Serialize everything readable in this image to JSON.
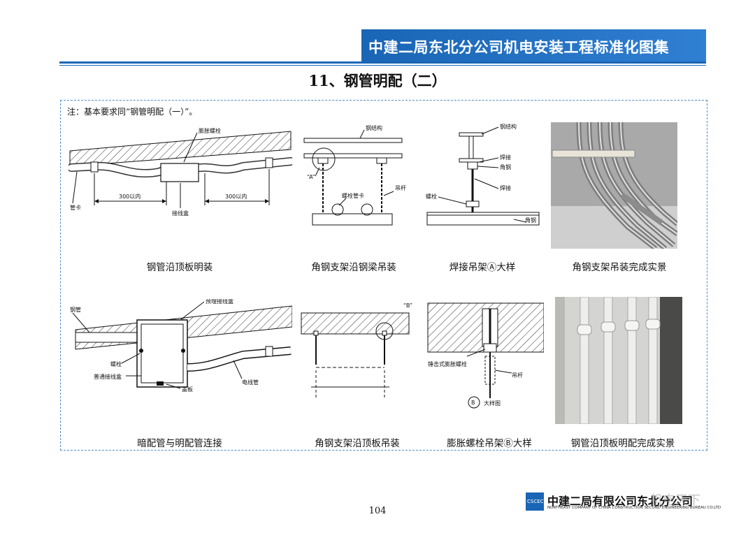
{
  "header": {
    "title": "中建二局东北分公司机电安装工程标准化图集"
  },
  "section": {
    "title": "11、钢管明配（二）"
  },
  "note": "注：基本要求同“钢管明配（一）”。",
  "figures": {
    "f1": {
      "caption": "钢管沿顶板明装",
      "labels": {
        "a": "膨胀螺栓",
        "b": "管卡",
        "c": "300以内",
        "d": "接线盒",
        "e": "300以内"
      }
    },
    "f2": {
      "caption": "角钢支架沿钢梁吊装",
      "labels": {
        "a": "钢结构",
        "b": "“A”",
        "c": "螺栓管卡",
        "d": "吊杆"
      }
    },
    "f3": {
      "caption": "焊接吊架Ⓐ大样",
      "labels": {
        "a": "钢结构",
        "b": "焊接",
        "c": "角钢",
        "d": "焊接",
        "e": "螺栓",
        "f": "角钢"
      }
    },
    "f4": {
      "caption": "角钢支架吊装完成实景"
    },
    "f5": {
      "caption": "暗配管与明配管连接",
      "labels": {
        "a": "钢管",
        "b": "预埋接线盒",
        "c": "螺栓",
        "d": "普通接线盒",
        "e": "盖板",
        "f": "电线管"
      }
    },
    "f6": {
      "caption": "角钢支架沿顶板吊装",
      "labels": {
        "a": "“B”"
      }
    },
    "f7": {
      "caption": "膨胀螺栓吊架Ⓑ大样",
      "labels": {
        "a": "锤击式膨胀螺栓",
        "b": "吊杆",
        "c": "B",
        "d": "大样图"
      }
    },
    "f8": {
      "caption": "钢管沿顶板明配完成实景"
    }
  },
  "footer": {
    "page": "104",
    "logo_text": "CSCEC",
    "company": "中建二局有限公司东北分公司",
    "company_en": "NORTHEAST COMPANY OF CHINA CONSTRUCTION SECOND ENGINEERING BUREAU CO.LTD",
    "watermark": "机电天下"
  }
}
